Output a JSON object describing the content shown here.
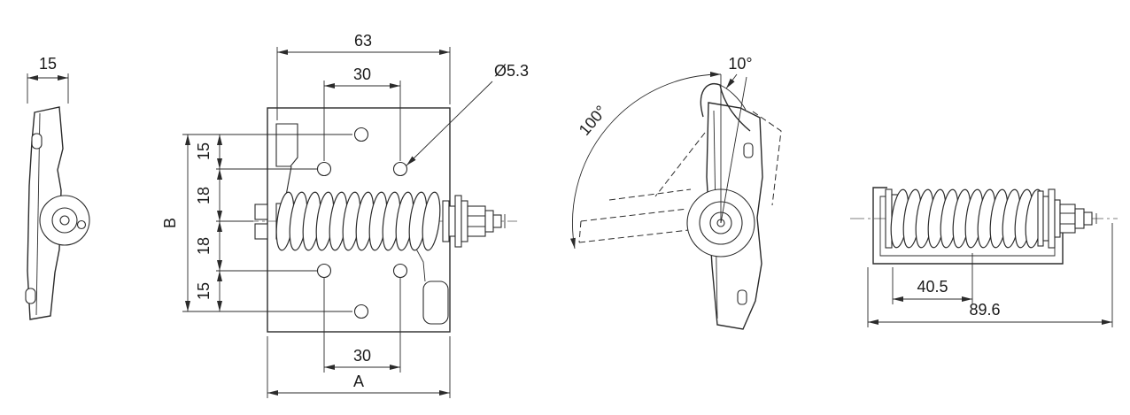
{
  "views": {
    "side": {
      "width": "15"
    },
    "front": {
      "overall_width": "63",
      "top_hole_spacing": "30",
      "hole_diameter": "Ø5.3",
      "height_ref": "B",
      "spacing_1": "15",
      "spacing_2": "18",
      "spacing_3": "18",
      "spacing_4": "15",
      "bottom_hole_spacing": "30",
      "width_ref": "A"
    },
    "open": {
      "open_angle": "100°",
      "preload_angle": "10°"
    },
    "spring": {
      "spring_length": "40.5",
      "overall_length": "89.6"
    }
  }
}
